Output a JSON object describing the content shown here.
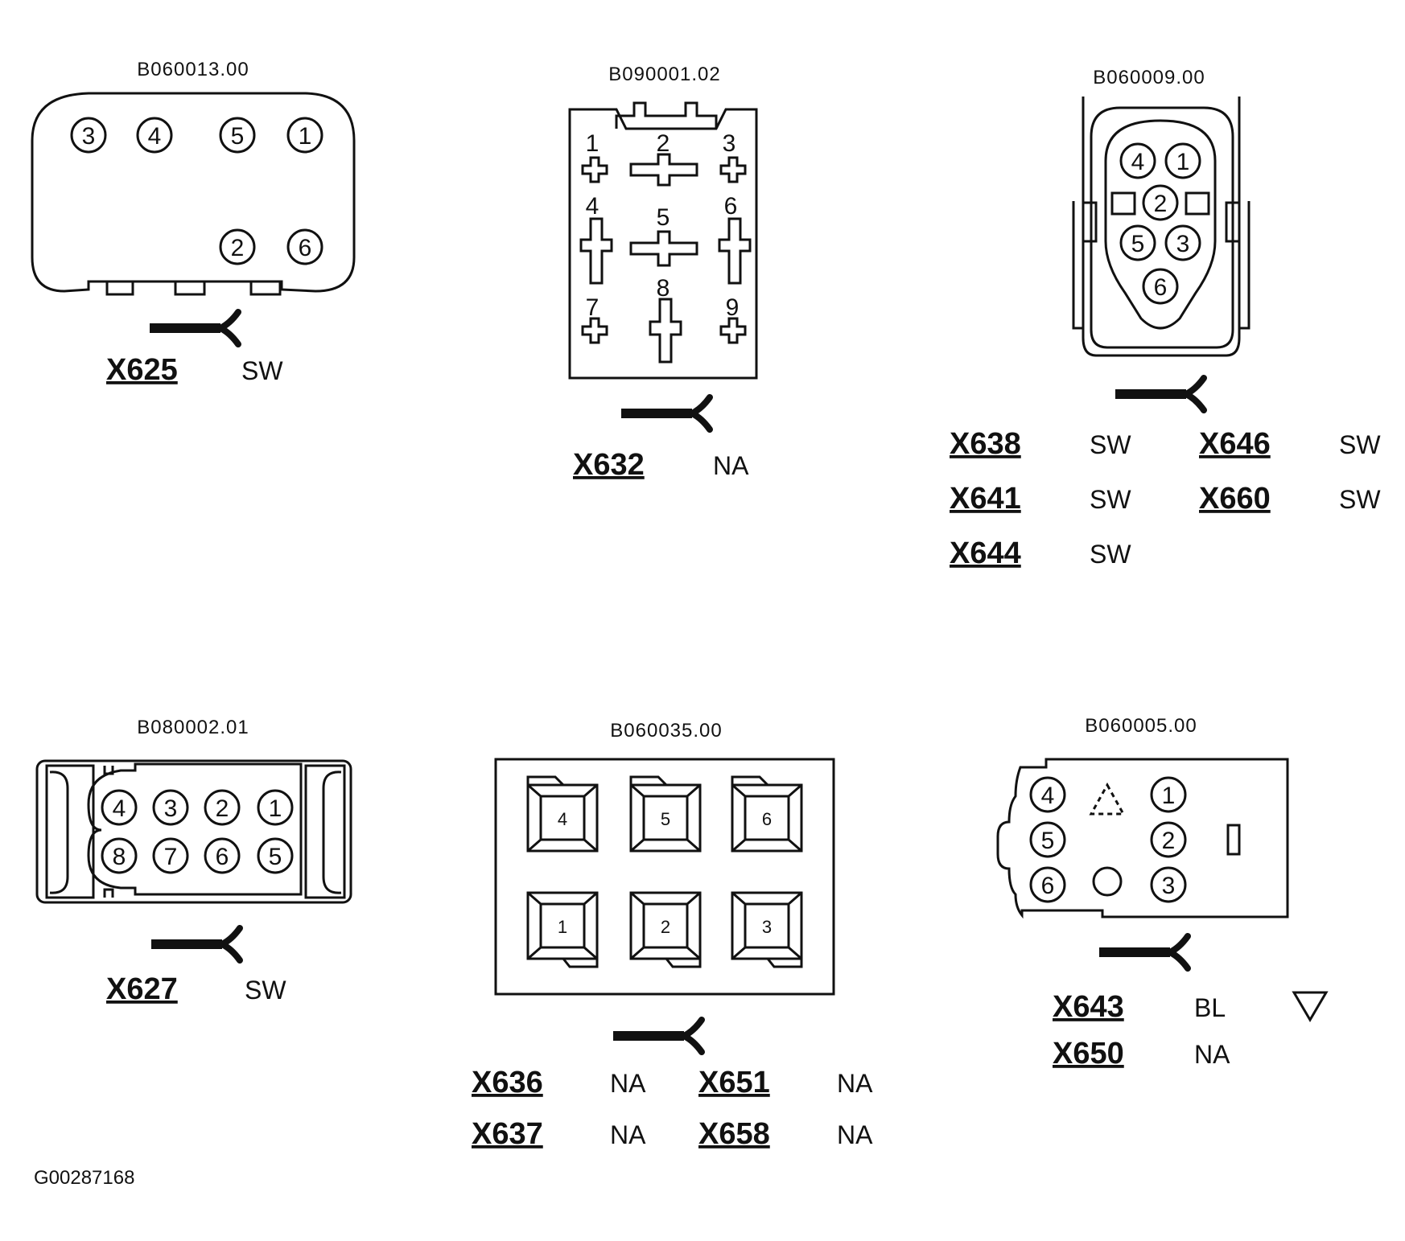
{
  "footer_id": "G00287168",
  "colors": {
    "ink": "#111111",
    "background": "#ffffff"
  },
  "connectors": [
    {
      "part_number": "B060013.00",
      "pins": [
        "3",
        "4",
        "5",
        "1",
        "2",
        "6"
      ],
      "labels": [
        {
          "id": "X625",
          "color": "SW"
        }
      ]
    },
    {
      "part_number": "B090001.02",
      "pins": [
        "1",
        "2",
        "3",
        "4",
        "5",
        "6",
        "7",
        "8",
        "9"
      ],
      "labels": [
        {
          "id": "X632",
          "color": "NA"
        }
      ]
    },
    {
      "part_number": "B060009.00",
      "pins": [
        "4",
        "1",
        "2",
        "5",
        "3",
        "6"
      ],
      "labels": [
        {
          "id": "X638",
          "color": "SW"
        },
        {
          "id": "X641",
          "color": "SW"
        },
        {
          "id": "X644",
          "color": "SW"
        },
        {
          "id": "X646",
          "color": "SW"
        },
        {
          "id": "X660",
          "color": "SW"
        }
      ]
    },
    {
      "part_number": "B080002.01",
      "pins": [
        "4",
        "3",
        "2",
        "1",
        "8",
        "7",
        "6",
        "5"
      ],
      "labels": [
        {
          "id": "X627",
          "color": "SW"
        }
      ]
    },
    {
      "part_number": "B060035.00",
      "pins": [
        "4",
        "5",
        "6",
        "1",
        "2",
        "3"
      ],
      "labels": [
        {
          "id": "X636",
          "color": "NA"
        },
        {
          "id": "X637",
          "color": "NA"
        },
        {
          "id": "X651",
          "color": "NA"
        },
        {
          "id": "X658",
          "color": "NA"
        }
      ]
    },
    {
      "part_number": "B060005.00",
      "pins": [
        "4",
        "5",
        "6",
        "1",
        "2",
        "3"
      ],
      "labels": [
        {
          "id": "X643",
          "color": "BL"
        },
        {
          "id": "X650",
          "color": "NA"
        }
      ]
    }
  ]
}
